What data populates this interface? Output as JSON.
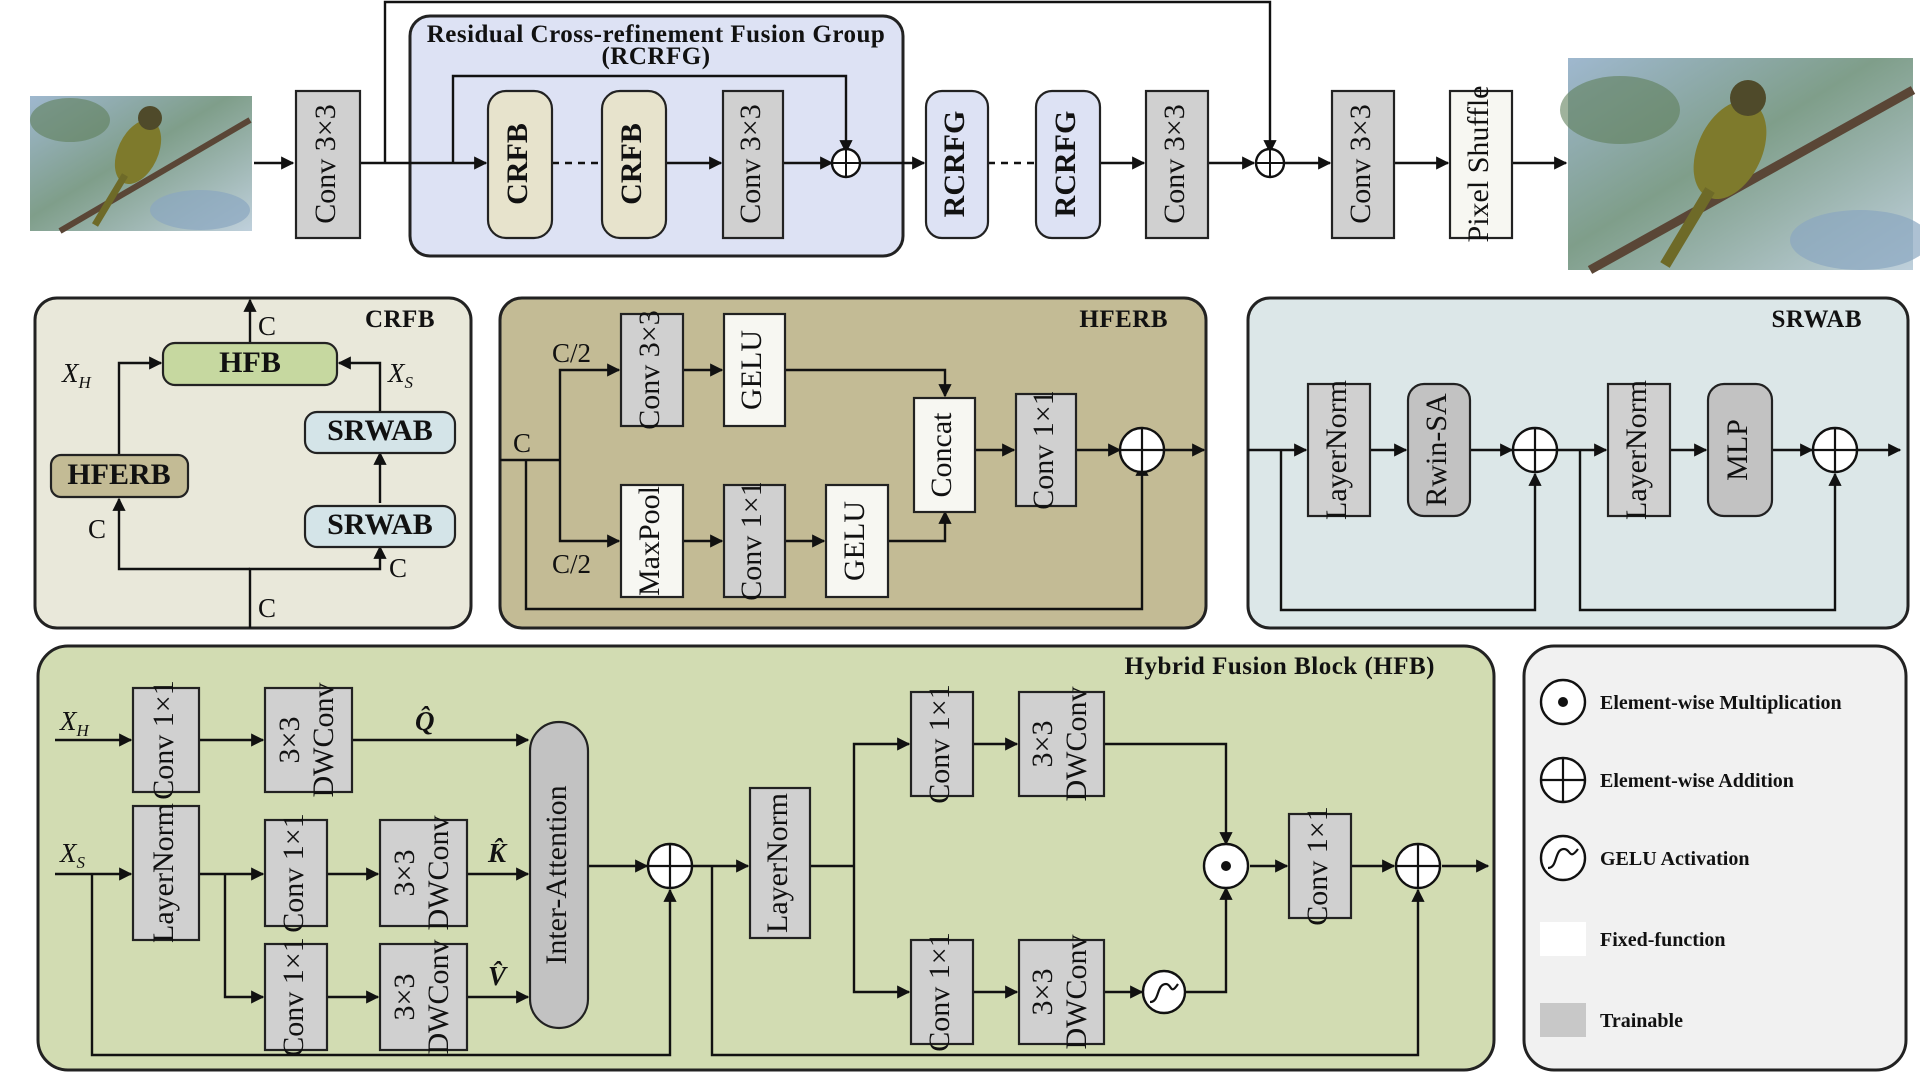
{
  "colors": {
    "trainable": "#d0d0d0",
    "fixed": "#f7f7f2",
    "rcrfg_bg": "#dde2f4",
    "crfb_bg": "#e9e8da",
    "crfb_block": "#e7e3cc",
    "hferb_bg": "#c3bb95",
    "hfb_bg": "#d2dcb2",
    "hfb_block": "#c6d8a0",
    "srwab_bg": "#dce7e8",
    "srwab_block": "#d4e4e8",
    "legend_bg": "#f1f1f1"
  },
  "icons": {
    "input_image": "bird-low-resolution-photo",
    "output_image": "bird-high-resolution-photo",
    "add": "circle-plus",
    "multiply": "circle-dot",
    "gelu": "circle-s-curve"
  },
  "top": {
    "rcrfg_title_line1": "Residual Cross-refinement Fusion Group",
    "rcrfg_title_line2": "(RCRFG)",
    "conv_in": "Conv 3×3",
    "crfb_1": "CRFB",
    "crfb_2": "CRFB",
    "conv_group": "Conv 3×3",
    "rcrfg_1": "RCRFG",
    "rcrfg_2": "RCRFG",
    "conv_mid": "Conv 3×3",
    "conv_out": "Conv 3×3",
    "pixel_shuffle": "Pixel Shuffle"
  },
  "crfb": {
    "title": "CRFB",
    "hfb": "HFB",
    "hferb": "HFERB",
    "srwab_top": "SRWAB",
    "srwab_bottom": "SRWAB",
    "c_out": "C",
    "c_in": "C",
    "c_left": "C",
    "c_right": "C",
    "xh": "X",
    "xh_sub": "H",
    "xs": "X",
    "xs_sub": "S"
  },
  "hferb": {
    "title": "HFERB",
    "c_in": "C",
    "c_half_top": "C/2",
    "c_half_bottom": "C/2",
    "conv3": "Conv 3×3",
    "gelu_top": "GELU",
    "maxpool": "MaxPool",
    "conv1_bottom": "Conv 1×1",
    "gelu_bottom": "GELU",
    "concat": "Concat",
    "conv1_out": "Conv 1×1"
  },
  "srwab": {
    "title": "SRWAB",
    "layernorm_1": "LayerNorm",
    "rwin_sa": "Rwin-SA",
    "layernorm_2": "LayerNorm",
    "mlp": "MLP"
  },
  "hfb": {
    "title": "Hybrid Fusion Block (HFB)",
    "xh": "X",
    "xh_sub": "H",
    "xs": "X",
    "xs_sub": "S",
    "q_conv1": "Conv 1×1",
    "q_dw_1": "3×3",
    "q_dw_2": "DWConv",
    "q_label": "Q̂",
    "layernorm_in": "LayerNorm",
    "k_conv1": "Conv 1×1",
    "k_dw_1": "3×3",
    "k_dw_2": "DWConv",
    "k_label": "K̂",
    "v_conv1": "Conv 1×1",
    "v_dw_1": "3×3",
    "v_dw_2": "DWConv",
    "v_label": "V̂",
    "inter_attention": "Inter-Attention",
    "layernorm_mid": "LayerNorm",
    "a_conv1": "Conv 1×1",
    "a_dw_1": "3×3",
    "a_dw_2": "DWConv",
    "b_conv1": "Conv 1×1",
    "b_dw_1": "3×3",
    "b_dw_2": "DWConv",
    "conv1_out": "Conv 1×1"
  },
  "legend": {
    "multiplication": "Element-wise Multiplication",
    "addition": "Element-wise Addition",
    "gelu": "GELU Activation",
    "fixed": "Fixed-function",
    "trainable": "Trainable"
  }
}
